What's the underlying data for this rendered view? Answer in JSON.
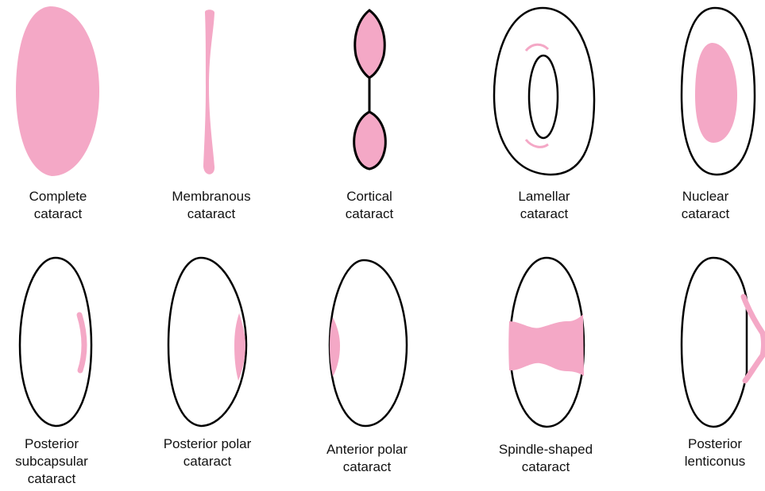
{
  "colors": {
    "opacity": "#f4a8c6",
    "outline": "#000000",
    "background": "#ffffff"
  },
  "panels": [
    {
      "id": "complete",
      "lines": [
        "Complete",
        "cataract"
      ]
    },
    {
      "id": "membranous",
      "lines": [
        "Membranous",
        "cataract"
      ]
    },
    {
      "id": "cortical",
      "lines": [
        "Cortical",
        "cataract"
      ]
    },
    {
      "id": "lamellar",
      "lines": [
        "Lamellar",
        "cataract"
      ]
    },
    {
      "id": "nuclear",
      "lines": [
        "Nuclear",
        "cataract"
      ]
    },
    {
      "id": "posterior-subcapsular",
      "lines": [
        "Posterior",
        "subcapsular",
        "cataract"
      ]
    },
    {
      "id": "posterior-polar",
      "lines": [
        "Posterior polar",
        "cataract"
      ]
    },
    {
      "id": "anterior-polar",
      "lines": [
        "Anterior polar",
        "cataract"
      ]
    },
    {
      "id": "spindle-shaped",
      "lines": [
        "Spindle-shaped",
        "cataract"
      ]
    },
    {
      "id": "posterior-lenticonus",
      "lines": [
        "Posterior",
        "lenticonus"
      ]
    }
  ]
}
